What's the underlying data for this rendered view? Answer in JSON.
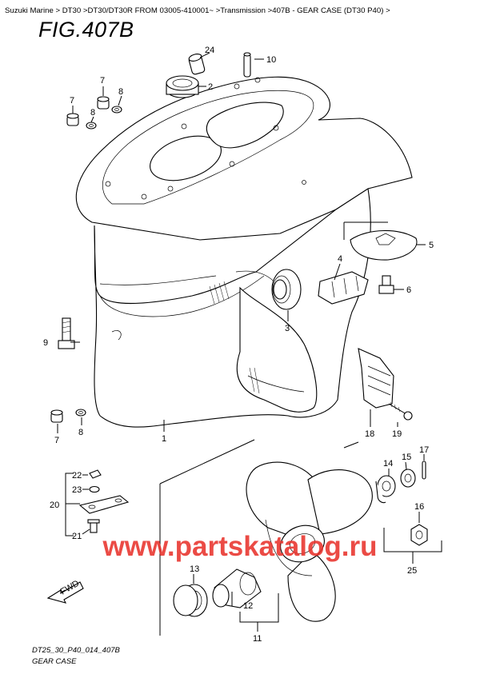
{
  "breadcrumb": "Suzuki Marine > DT30 >DT30/DT30R FROM 03005-410001~ >Transmission >407B - GEAR CASE (DT30 P40) >",
  "figure_title": "FIG.407B",
  "watermark": "www.partskatalog.ru",
  "fwd_label": "FWD",
  "footer_code": "DT25_30_P40_014_407B",
  "footer_caption": "GEAR CASE",
  "colors": {
    "watermark": "#e8322b",
    "line": "#000000"
  },
  "callouts": [
    {
      "id": "c24",
      "label": "24"
    },
    {
      "id": "c10",
      "label": "10"
    },
    {
      "id": "c2",
      "label": "2"
    },
    {
      "id": "c7a",
      "label": "7"
    },
    {
      "id": "c8a",
      "label": "8"
    },
    {
      "id": "c7b",
      "label": "7"
    },
    {
      "id": "c8b",
      "label": "8"
    },
    {
      "id": "c5",
      "label": "5"
    },
    {
      "id": "c4",
      "label": "4"
    },
    {
      "id": "c6",
      "label": "6"
    },
    {
      "id": "c3",
      "label": "3"
    },
    {
      "id": "c9",
      "label": "9"
    },
    {
      "id": "c7c",
      "label": "7"
    },
    {
      "id": "c8c",
      "label": "8"
    },
    {
      "id": "c1",
      "label": "1"
    },
    {
      "id": "c18",
      "label": "18"
    },
    {
      "id": "c19",
      "label": "19"
    },
    {
      "id": "c17",
      "label": "17"
    },
    {
      "id": "c14",
      "label": "14"
    },
    {
      "id": "c15",
      "label": "15"
    },
    {
      "id": "c16",
      "label": "16"
    },
    {
      "id": "c22",
      "label": "22"
    },
    {
      "id": "c23",
      "label": "23"
    },
    {
      "id": "c20",
      "label": "20"
    },
    {
      "id": "c21",
      "label": "21"
    },
    {
      "id": "c13",
      "label": "13"
    },
    {
      "id": "c12",
      "label": "12"
    },
    {
      "id": "c11",
      "label": "11"
    },
    {
      "id": "c25",
      "label": "25"
    }
  ]
}
